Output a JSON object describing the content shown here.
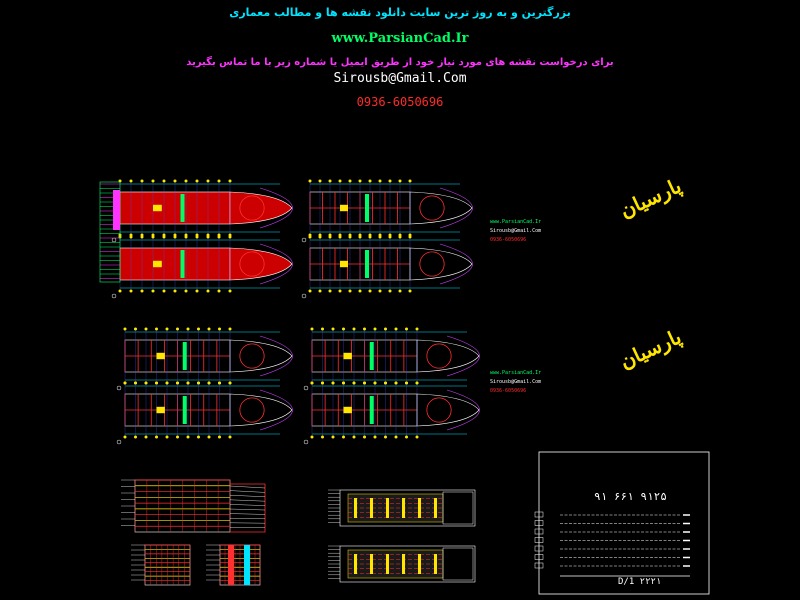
{
  "header": {
    "line1": "بزرگترین و به روز ترین سایت دانلود نقشه ها و مطالب معماری",
    "line2": "www.ParsianCad.Ir",
    "line3": "برای درخواست نقشه های مورد نیاز خود از طریق ایمیل یا شماره زیر با ما تماس بگیرید",
    "line4": "Sirousb@Gmail.Com",
    "line5": "0936-6050696"
  },
  "colors": {
    "background": "#000000",
    "cyan": "#00e5ff",
    "green": "#00ff66",
    "magenta": "#ff33ff",
    "red": "#ff2a2a",
    "yellow": "#ffe600"
  },
  "blocks": [
    {
      "logo": "پارسیان",
      "lines": [
        "www.ParsianCad.Ir",
        "Sirousb@Gmail.Com",
        "0936-6050696"
      ]
    },
    {
      "logo": "پارسیان",
      "lines": [
        "www.ParsianCad.Ir",
        "Sirousb@Gmail.Com",
        "0936-6050696"
      ]
    }
  ],
  "frame": {
    "title": "۹۱ ۶۶۱ ۹۱۲۵",
    "footer": "D/1 ۲۲۲۱"
  }
}
